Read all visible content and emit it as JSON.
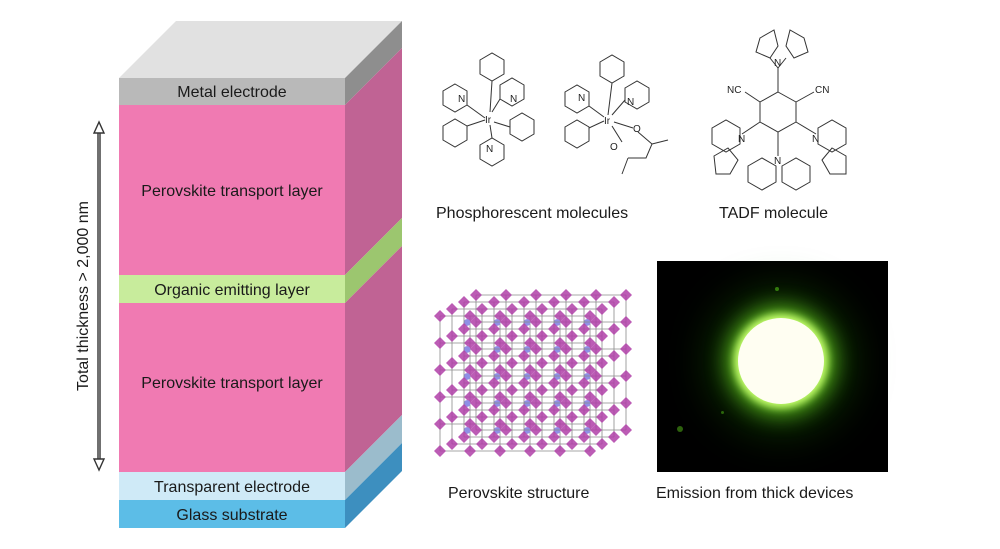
{
  "stack": {
    "thickness_label": "Total thickness > 2,000 nm",
    "layers": [
      {
        "label": "Metal electrode",
        "color": "#b9b9b9"
      },
      {
        "label": "Perovskite transport layer",
        "color": "#f07ab2"
      },
      {
        "label": "Organic emitting layer",
        "color": "#c8ec9c"
      },
      {
        "label": "Perovskite transport layer",
        "color": "#f07ab2"
      },
      {
        "label": "Transparent electrode",
        "color": "#cfeaf7"
      },
      {
        "label": "Glass substrate",
        "color": "#5cbde7"
      }
    ]
  },
  "molecules": {
    "phosphorescent_caption": "Phosphorescent molecules",
    "tadf_caption": "TADF molecule",
    "atom_labels": {
      "iridium": "Ir",
      "nitrogen": "N",
      "oxygen": "O",
      "nitrile": "NC",
      "nitrile_right": "CN"
    }
  },
  "perovskite": {
    "caption": "Perovskite structure"
  },
  "emission": {
    "caption": "Emission from thick devices"
  }
}
